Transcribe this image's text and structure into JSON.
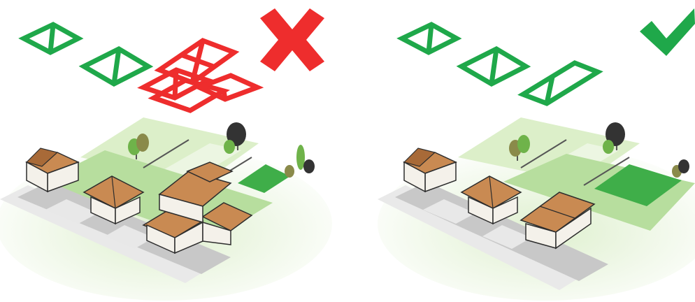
{
  "colors": {
    "good": "#1fa84a",
    "bad": "#ee2d2d",
    "lawn_light": "#dcefc9",
    "lawn_mid": "#b7de9e",
    "lawn_dark": "#3fae49",
    "road": "#e9e9e9",
    "curb": "#c8c8c8",
    "roof": "#c98a52",
    "roof_dark": "#a86a38",
    "wall": "#f4f1ea",
    "outline": "#2d2d2d",
    "tree_green": "#6fb34a",
    "tree_dark": "#333333",
    "tree_olive": "#8a8a4a"
  },
  "panels": [
    {
      "id": "left",
      "verdict": "incorrect",
      "verdict_icon": "cross-icon",
      "footprints": [
        "small",
        "small",
        "oversized-complex"
      ]
    },
    {
      "id": "right",
      "verdict": "correct",
      "verdict_icon": "check-icon",
      "footprints": [
        "small",
        "small",
        "modest-elongated"
      ]
    }
  ]
}
